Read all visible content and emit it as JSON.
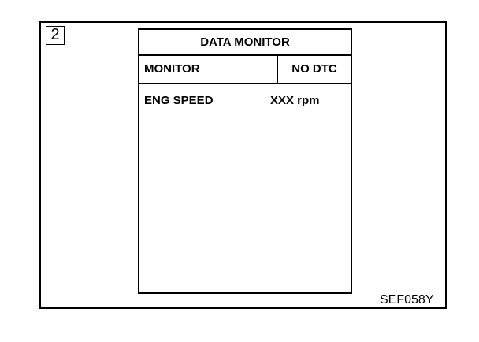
{
  "step": {
    "number": "2"
  },
  "screen": {
    "title": "DATA MONITOR",
    "header": {
      "monitor_label": "MONITOR",
      "status": "NO DTC"
    },
    "items": [
      {
        "label": "ENG SPEED",
        "value": "XXX rpm"
      }
    ]
  },
  "figure": {
    "code": "SEF058Y"
  }
}
